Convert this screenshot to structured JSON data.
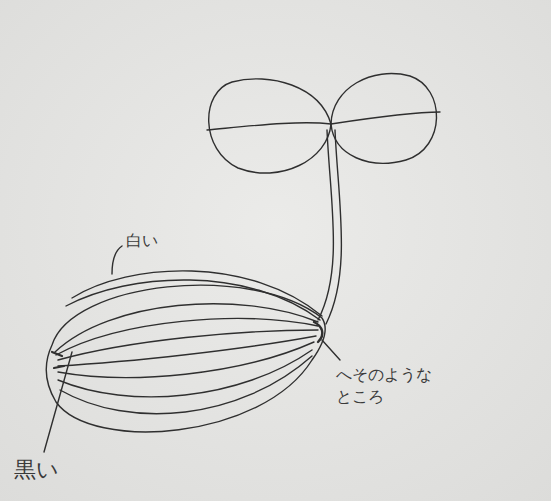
{
  "diagram": {
    "labels": [
      "白い",
      "黒い",
      "へそのような ところ"
    ]
  }
}
